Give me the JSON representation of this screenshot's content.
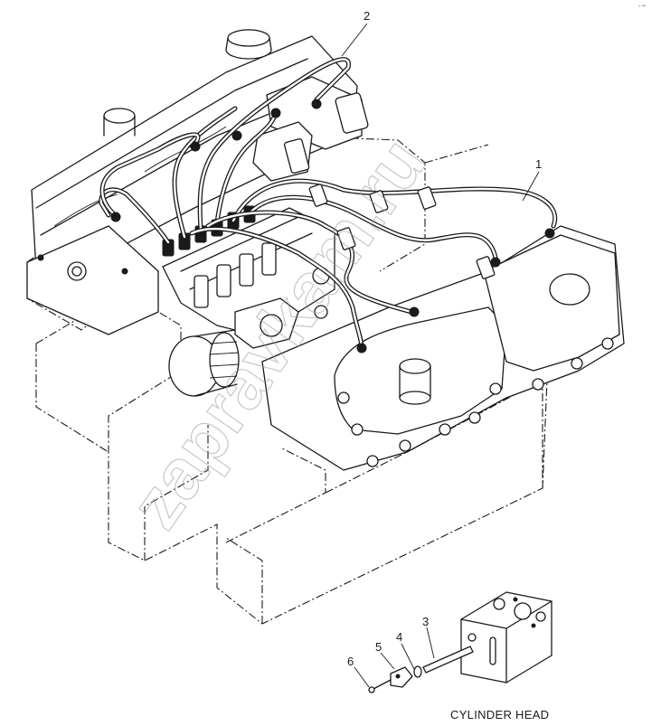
{
  "callouts": [
    {
      "id": "1",
      "label": "1"
    },
    {
      "id": "2",
      "label": "2"
    },
    {
      "id": "3",
      "label": "3"
    },
    {
      "id": "4",
      "label": "4"
    },
    {
      "id": "5",
      "label": "5"
    },
    {
      "id": "6",
      "label": "6"
    }
  ],
  "caption": "CYLINDER HEAD",
  "watermark": "zapravkam.ru",
  "corner_mark": "⌐ ═"
}
